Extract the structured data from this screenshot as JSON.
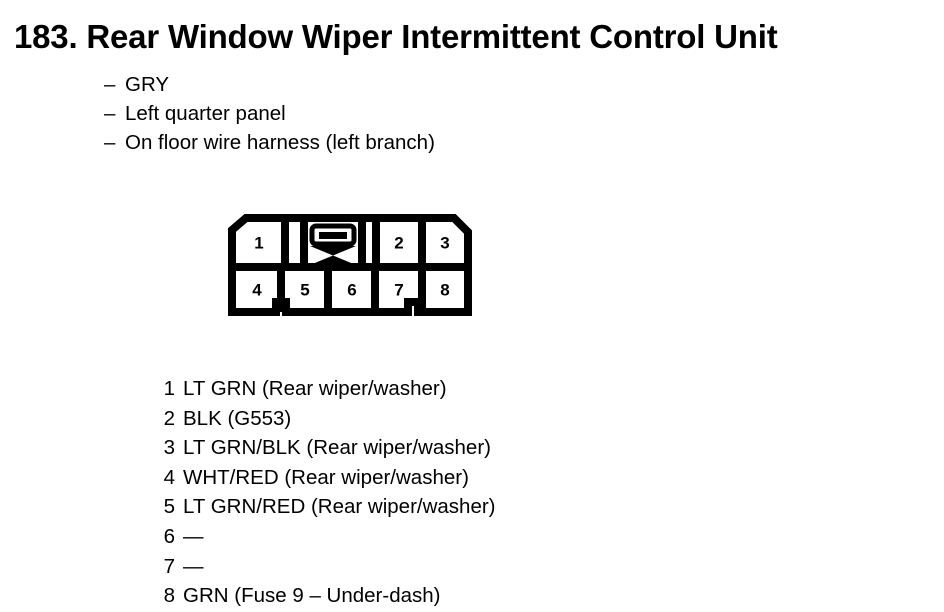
{
  "document": {
    "section_number": "183.",
    "title": "183.  Rear Window Wiper Intermittent Control Unit",
    "title_text": "Rear Window Wiper Intermittent Control Unit"
  },
  "subtitles": [
    {
      "dash": "–",
      "text": "GRY"
    },
    {
      "dash": "–",
      "text": "Left quarter panel"
    },
    {
      "dash": "–",
      "text": "On floor wire harness (left branch)"
    }
  ],
  "connector": {
    "name": "8-pin connector",
    "top_row_labels": [
      "1",
      "2",
      "3"
    ],
    "bottom_row_labels": [
      "4",
      "5",
      "6",
      "7",
      "8"
    ],
    "lock_tab": "locking-tab",
    "outline_color": "#000000",
    "fill_color": "#ffffff"
  },
  "pins": [
    {
      "number": "1",
      "description": "LT GRN (Rear wiper/washer)"
    },
    {
      "number": "2",
      "description": "BLK (G553)"
    },
    {
      "number": "3",
      "description": "LT GRN/BLK (Rear wiper/washer)"
    },
    {
      "number": "4",
      "description": "WHT/RED (Rear wiper/washer)"
    },
    {
      "number": "5",
      "description": "LT GRN/RED (Rear wiper/washer)"
    },
    {
      "number": "6",
      "description": "—"
    },
    {
      "number": "7",
      "description": "—"
    },
    {
      "number": "8",
      "description": "GRN (Fuse 9 – Under-dash)"
    }
  ]
}
